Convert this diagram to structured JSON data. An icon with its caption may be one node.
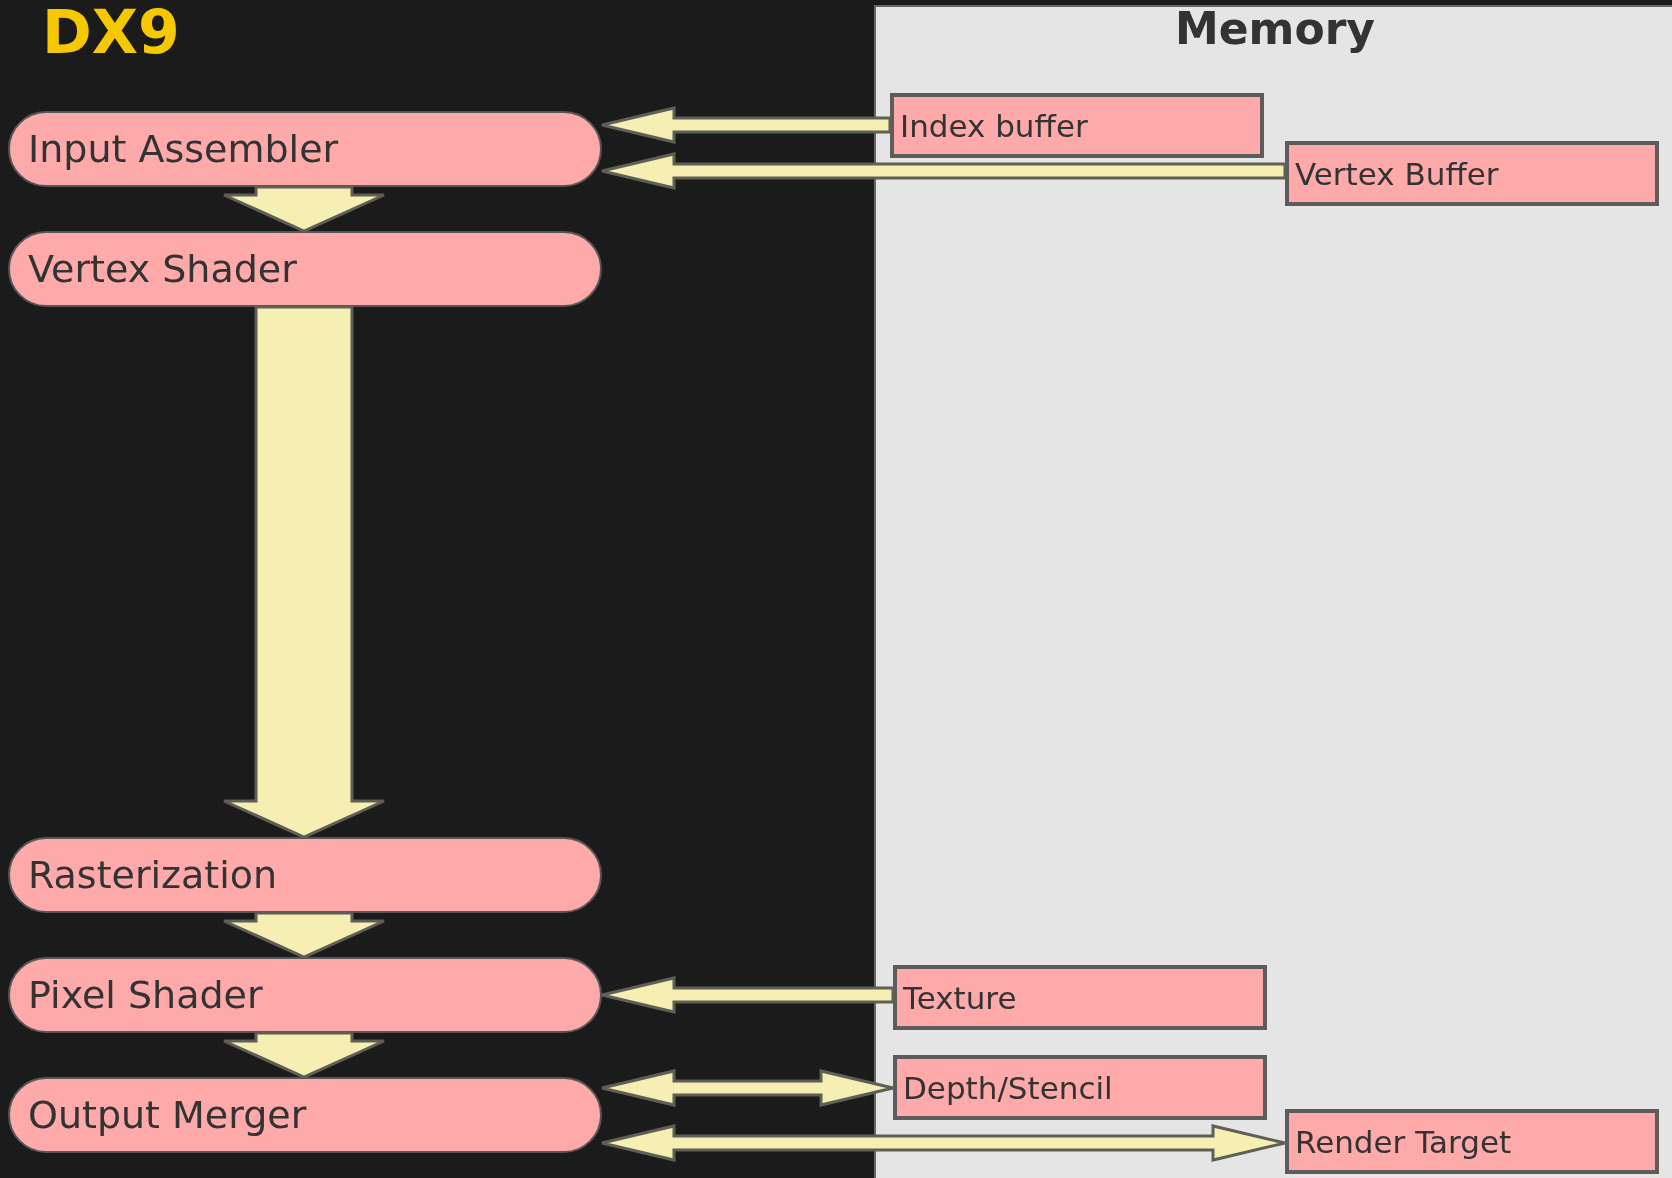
{
  "diagram": {
    "title": "DX9",
    "nodes": [
      {
        "text": [
          "Input Assembler"
        ]
      },
      {
        "text": [
          "Vertex Shader"
        ]
      },
      {
        "text": [
          "Rasterization"
        ]
      },
      {
        "text": [
          "Pixel Shader"
        ]
      },
      {
        "text": [
          "Output Merger"
        ]
      },
      {
        "text": [
          "Memory"
        ]
      },
      {
        "text": [
          "Index buffer"
        ],
        "in": 5
      },
      {
        "text": [
          "Vertex Buffer"
        ],
        "in": 5
      },
      {
        "text": [
          "Texture"
        ],
        "in": 5
      },
      {
        "text": [
          "Depth/Stencil"
        ],
        "in": 5
      },
      {
        "text": [
          "Render Target"
        ],
        "in": 5
      }
    ],
    "edges": [
      {
        "from": 0,
        "to": 1,
        "arrow": "to"
      },
      {
        "from": 1,
        "to": 2,
        "arrow": "to"
      },
      {
        "from": 2,
        "to": 3,
        "arrow": "to"
      },
      {
        "from": 3,
        "to": 4,
        "arrow": "to"
      },
      {
        "from": 6,
        "to": 0,
        "arrow": "to"
      },
      {
        "from": 7,
        "to": 0,
        "arrow": "to"
      },
      {
        "from": 8,
        "to": 3,
        "arrow": "to"
      },
      {
        "from": 4,
        "to": 9,
        "arrow": "both"
      },
      {
        "from": 4,
        "to": 10,
        "arrow": "both"
      }
    ]
  }
}
